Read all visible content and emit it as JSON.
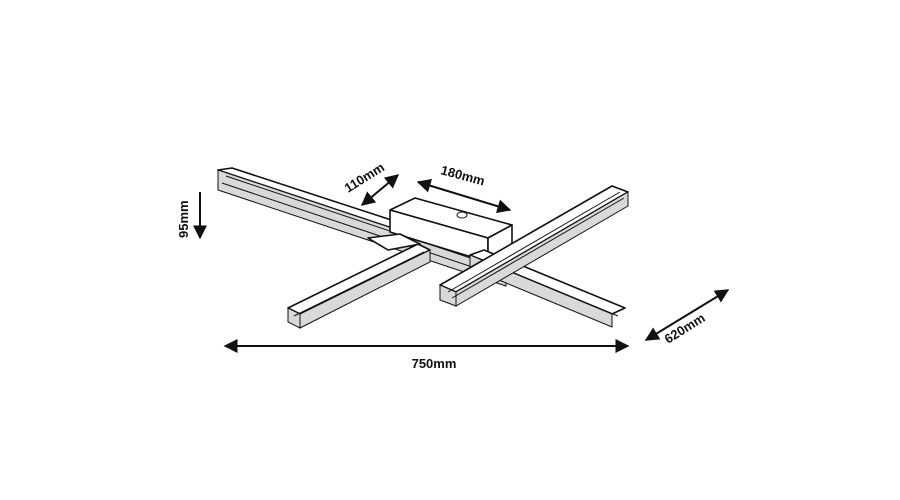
{
  "dimensions": {
    "height": "95mm",
    "width": "750mm",
    "depth": "620mm",
    "base_depth": "110mm",
    "base_width": "180mm"
  },
  "colors": {
    "line": "#111111",
    "background": "#ffffff"
  }
}
